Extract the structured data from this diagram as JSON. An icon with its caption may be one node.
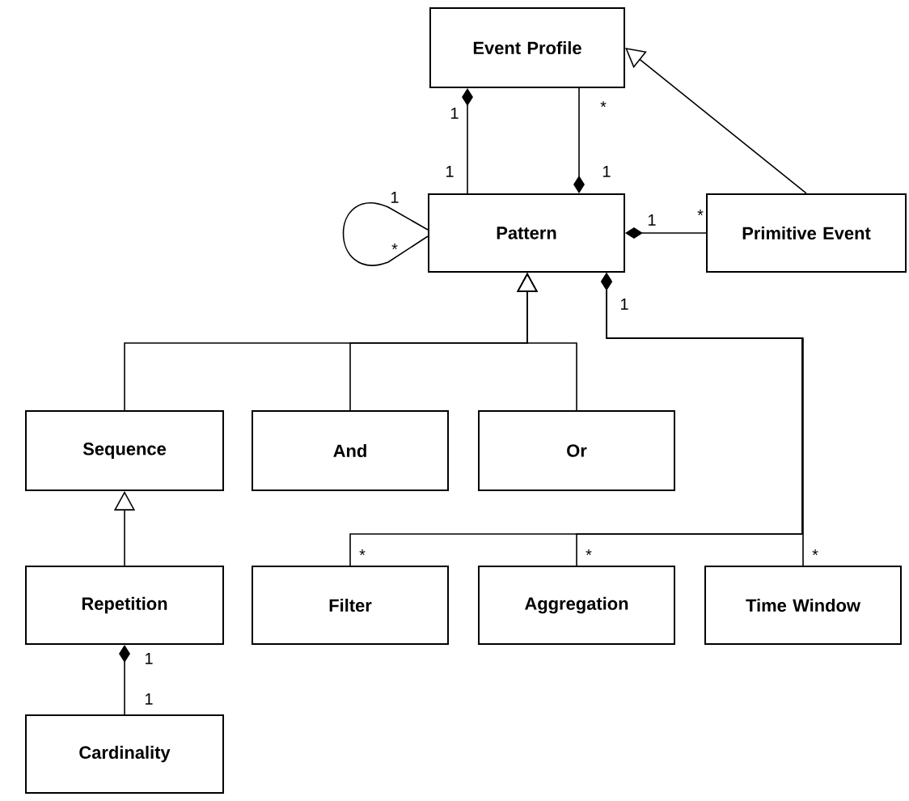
{
  "diagram": {
    "nodes": [
      {
        "text": [
          "Event Profile"
        ]
      },
      {
        "text": [
          "Pattern"
        ]
      },
      {
        "text": [
          "Primitive Event"
        ]
      },
      {
        "text": [
          "Sequence"
        ]
      },
      {
        "text": [
          "And"
        ]
      },
      {
        "text": [
          "Or"
        ]
      },
      {
        "text": [
          "Repetition"
        ]
      },
      {
        "text": [
          "Filter"
        ]
      },
      {
        "text": [
          "Aggregation"
        ]
      },
      {
        "text": [
          "Time Window"
        ]
      },
      {
        "text": [
          "Cardinality"
        ]
      }
    ],
    "edges": [
      {
        "from": 1,
        "to": 0,
        "arrow": "other"
      },
      {
        "from": 0,
        "to": 1,
        "arrow": "other"
      },
      {
        "from": 2,
        "to": 0,
        "arrow": "to"
      },
      {
        "from": 2,
        "to": 1,
        "arrow": "other"
      },
      {
        "from": 1,
        "to": 1,
        "arrow": "none"
      },
      {
        "from": 3,
        "to": 1,
        "arrow": "to"
      },
      {
        "from": 4,
        "to": 1,
        "arrow": "to"
      },
      {
        "from": 5,
        "to": 1,
        "arrow": "to"
      },
      {
        "from": 6,
        "to": 3,
        "arrow": "to"
      },
      {
        "from": 10,
        "to": 6,
        "arrow": "other"
      },
      {
        "from": 7,
        "to": 1,
        "arrow": "other"
      },
      {
        "from": 8,
        "to": 1,
        "arrow": "other"
      },
      {
        "from": 9,
        "to": 1,
        "arrow": "other"
      }
    ],
    "labels": [
      "1",
      "*",
      "1",
      "1",
      "1",
      "*",
      "1",
      "*",
      "1",
      "*",
      "*",
      "*",
      "1",
      "1"
    ]
  }
}
